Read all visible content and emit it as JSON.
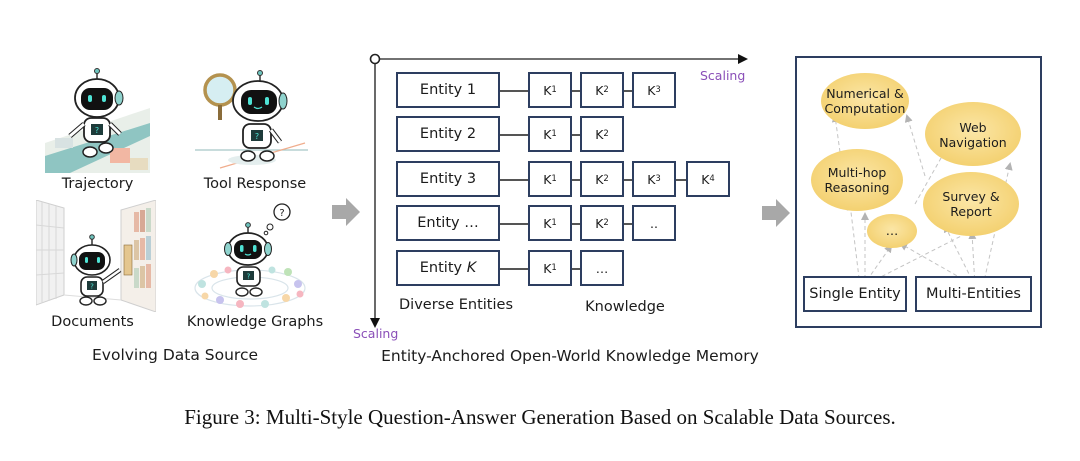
{
  "left_section": {
    "sources": [
      {
        "label": "Trajectory",
        "icon": "robot-walking-maze-icon"
      },
      {
        "label": "Tool Response",
        "icon": "robot-magnifier-icon"
      },
      {
        "label": "Documents",
        "icon": "robot-bookshelf-icon"
      },
      {
        "label": "Knowledge Graphs",
        "icon": "robot-graph-icon"
      }
    ],
    "title": "Evolving Data Source"
  },
  "middle_section": {
    "x_axis_label": "Scaling",
    "y_axis_label": "Scaling",
    "entities": [
      {
        "label": "Entity 1",
        "knowledge": [
          "K",
          "K",
          "K"
        ],
        "subs": [
          "1",
          "2",
          "3"
        ]
      },
      {
        "label": "Entity 2",
        "knowledge": [
          "K",
          "K"
        ],
        "subs": [
          "1",
          "2"
        ]
      },
      {
        "label": "Entity 3",
        "knowledge": [
          "K",
          "K",
          "K",
          "K"
        ],
        "subs": [
          "1",
          "2",
          "3",
          "4"
        ]
      },
      {
        "label": "Entity …",
        "knowledge": [
          "K",
          "K",
          ".."
        ],
        "subs": [
          "1",
          "2",
          ""
        ]
      },
      {
        "label_prefix": "Entity ",
        "label_italic": "K",
        "knowledge": [
          "K",
          "…"
        ],
        "subs": [
          "1",
          ""
        ]
      }
    ],
    "column_labels": {
      "entities": "Diverse Entities",
      "knowledge": "Knowledge"
    },
    "title": "Entity-Anchored Open-World Knowledge Memory"
  },
  "right_section": {
    "question_types": [
      {
        "line1": "Numerical &",
        "line2": "Computation"
      },
      {
        "line1": "Web",
        "line2": "Navigation"
      },
      {
        "line1": "Multi-hop",
        "line2": "Reasoning"
      },
      {
        "line1": "Survey &",
        "line2": "Report"
      },
      {
        "line1": "…",
        "line2": ""
      }
    ],
    "sources": [
      "Single Entity",
      "Multi-Entities"
    ]
  },
  "colors": {
    "box_border": "#2d3e60",
    "scaling_purple": "#8a4fb8",
    "ellipse_fill": "#f6d57c",
    "arrow_gray": "#a8a8a8"
  },
  "caption": "Figure 3: Multi-Style Question-Answer Generation Based on Scalable Data Sources."
}
